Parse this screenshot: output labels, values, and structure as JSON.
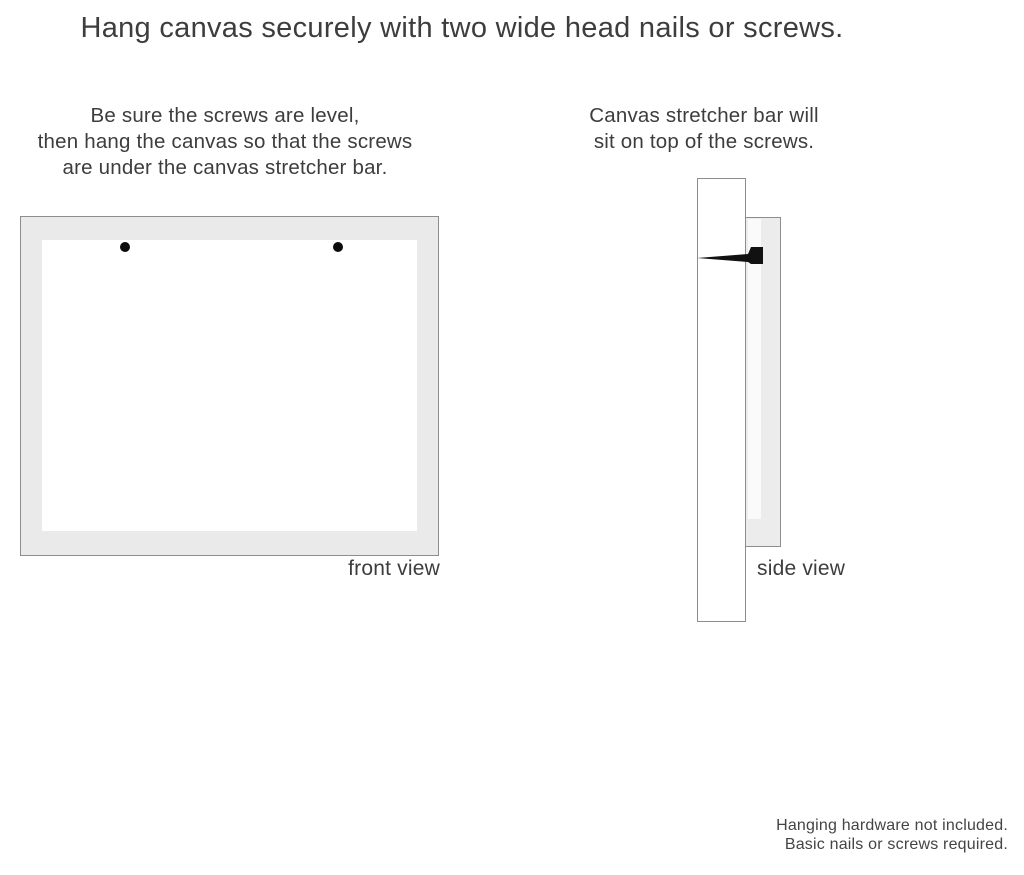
{
  "title": "Hang canvas securely with two wide head nails or screws.",
  "instructions": {
    "left": {
      "line1": "Be sure the screws are level,",
      "line2": "then hang the canvas so that the screws",
      "line3": "are under the canvas stretcher bar."
    },
    "right": {
      "line1": "Canvas stretcher bar will",
      "line2": "sit on top of the screws."
    }
  },
  "front_view": {
    "label": "front view",
    "screw_count": 2
  },
  "side_view": {
    "label": "side view"
  },
  "footer": {
    "line1": "Hanging hardware not included.",
    "line2": "Basic nails or screws required."
  },
  "colors": {
    "canvas_frame_gray": "#eaeaea",
    "outline_gray": "#8d8d8d",
    "text_gray": "#3d3d3d",
    "nail_black": "#111111"
  }
}
